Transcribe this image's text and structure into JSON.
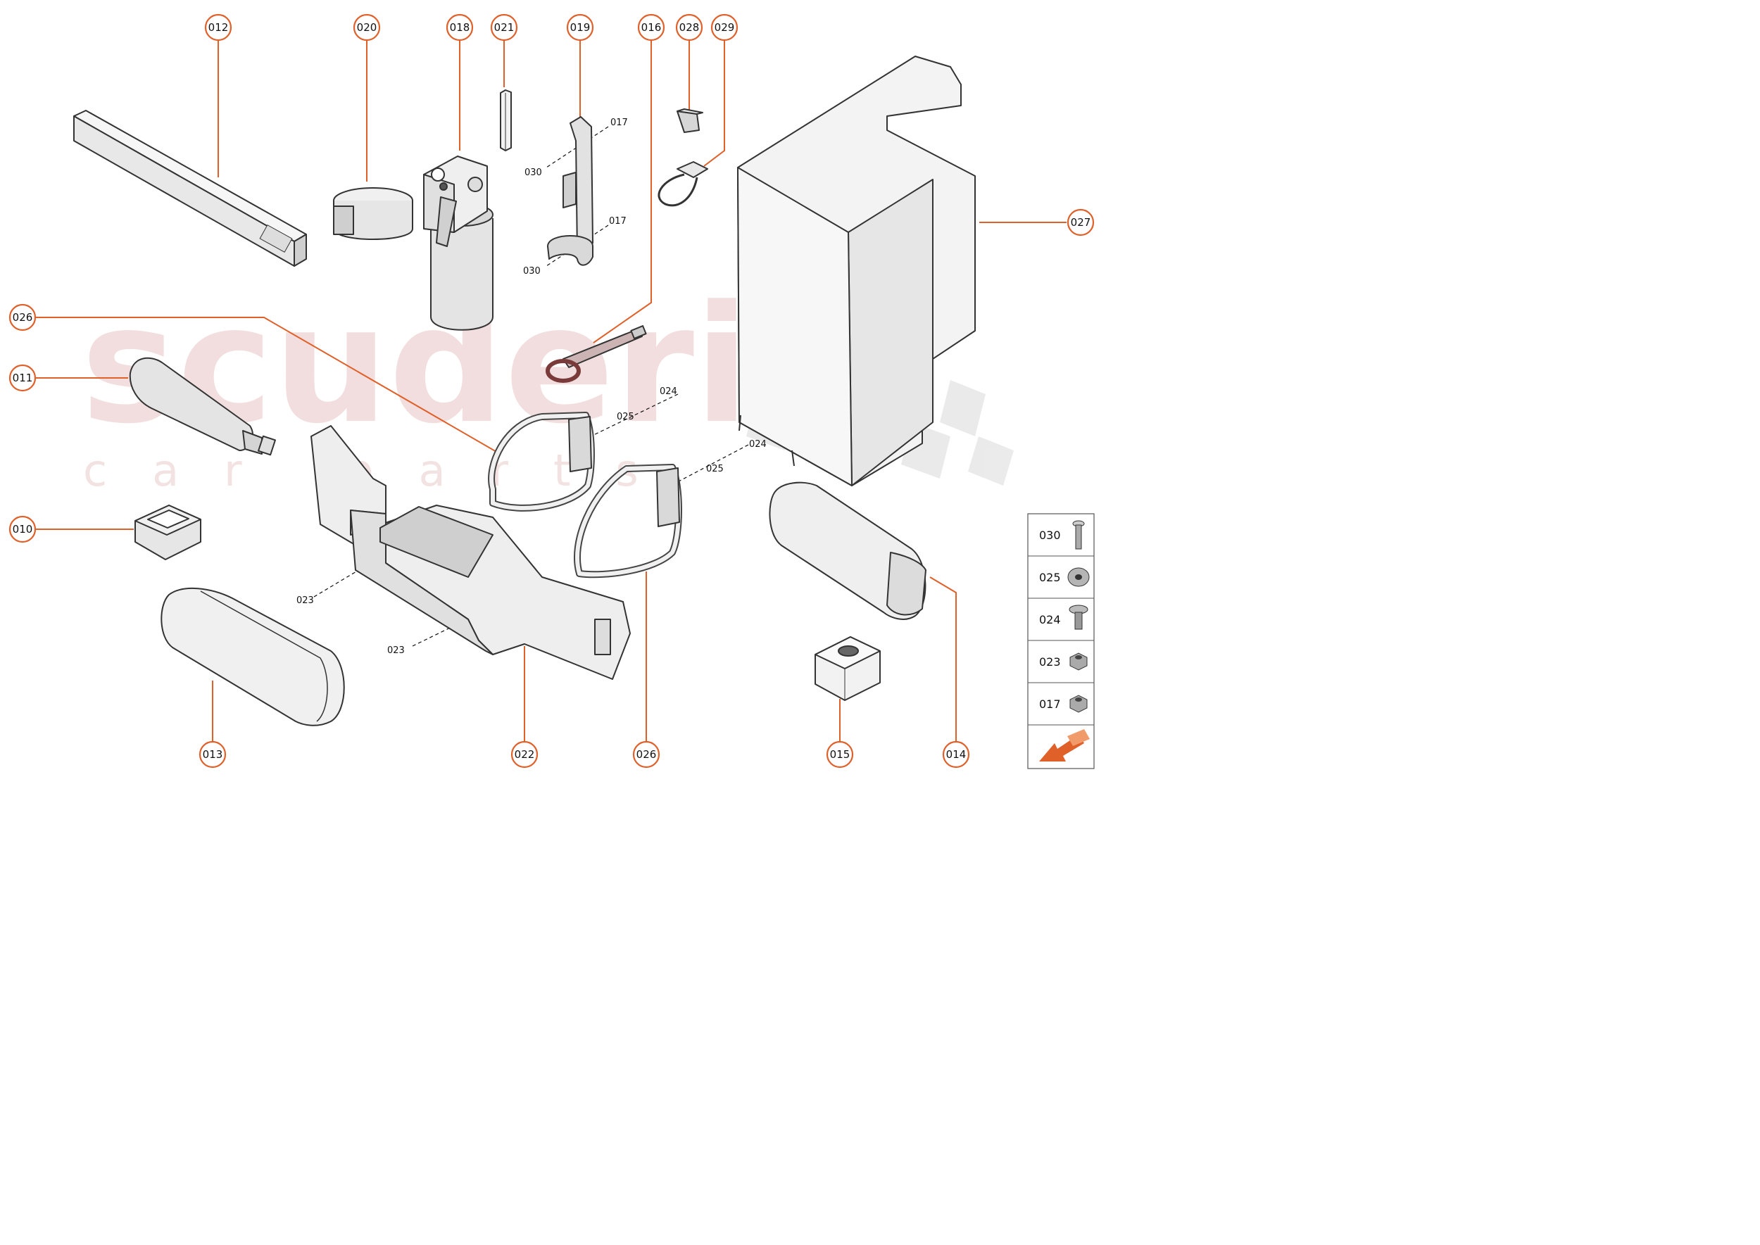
{
  "watermark": {
    "line1": "scuderia",
    "line2": "car parts"
  },
  "callouts": {
    "c012": "012",
    "c020": "020",
    "c018": "018",
    "c021": "021",
    "c019": "019",
    "c016": "016",
    "c028": "028",
    "c029": "029",
    "c027": "027",
    "c026a": "026",
    "c011": "011",
    "c010": "010",
    "c013": "013",
    "c022": "022",
    "c026b": "026",
    "c015": "015",
    "c014": "014"
  },
  "sub_labels": {
    "l017a": "017",
    "l030a": "030",
    "l017b": "017",
    "l030b": "030",
    "l024a": "024",
    "l025a": "025",
    "l024b": "024",
    "l025b": "025",
    "l023a": "023",
    "l023b": "023"
  },
  "legend": {
    "items": [
      {
        "code": "030",
        "icon": "bolt-icon"
      },
      {
        "code": "025",
        "icon": "washer-icon"
      },
      {
        "code": "024",
        "icon": "screw-icon"
      },
      {
        "code": "023",
        "icon": "nut-icon"
      },
      {
        "code": "017",
        "icon": "nut-icon"
      }
    ],
    "footer_icon": "direction-arrow-icon"
  },
  "colors": {
    "accent": "#e0602a",
    "part_fill": "#eeeeee",
    "part_stroke": "#333333"
  }
}
